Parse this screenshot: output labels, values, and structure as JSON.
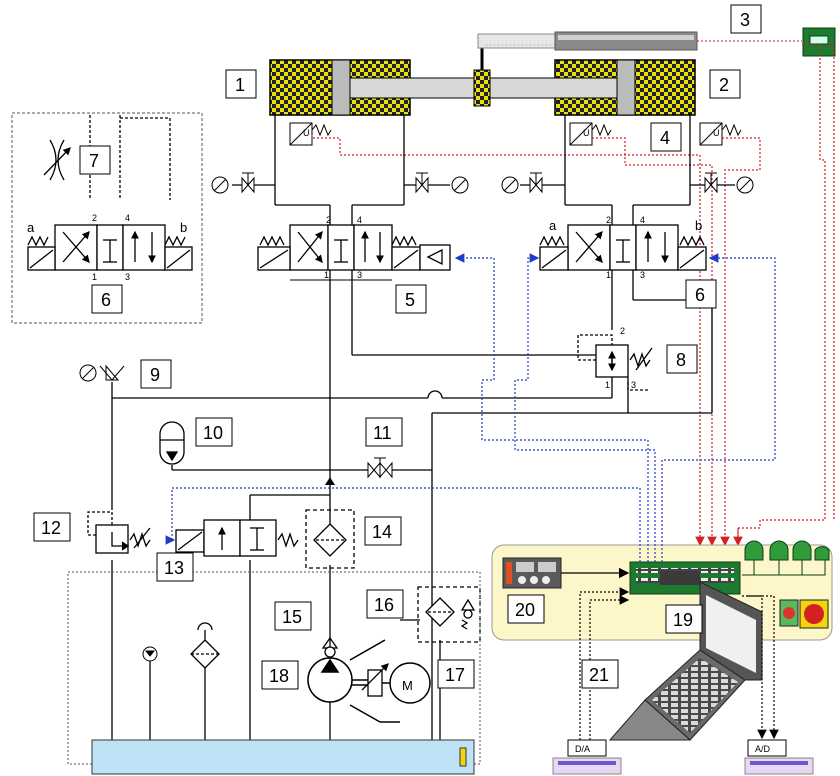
{
  "components": {
    "c1": "1",
    "c2": "2",
    "c3": "3",
    "c4": "4",
    "c5": "5",
    "c6_main": "6",
    "c6_detail": "6",
    "c7": "7",
    "c8": "8",
    "c9": "9",
    "c10": "10",
    "c11": "11",
    "c12": "12",
    "c13": "13",
    "c14": "14",
    "c15": "15",
    "c16": "16",
    "c17": "17",
    "c18": "18",
    "c19": "19",
    "c20": "20",
    "c21": "21"
  },
  "port_labels": {
    "a": "a",
    "b": "b",
    "p1": "1",
    "p2": "2",
    "p3": "3",
    "p4": "4"
  },
  "sensor_symbol": "U",
  "motor_symbol": "M",
  "converters": {
    "da": "D/A",
    "ad": "A/D"
  },
  "line_colors": {
    "hydraulic": "#000000",
    "analog_out": "#1f3cc8",
    "analog_in": "#d42020",
    "tank_fill": "#bfe3f6",
    "controller_panel": "#fcf6c8",
    "card": "#1e7a2e"
  }
}
